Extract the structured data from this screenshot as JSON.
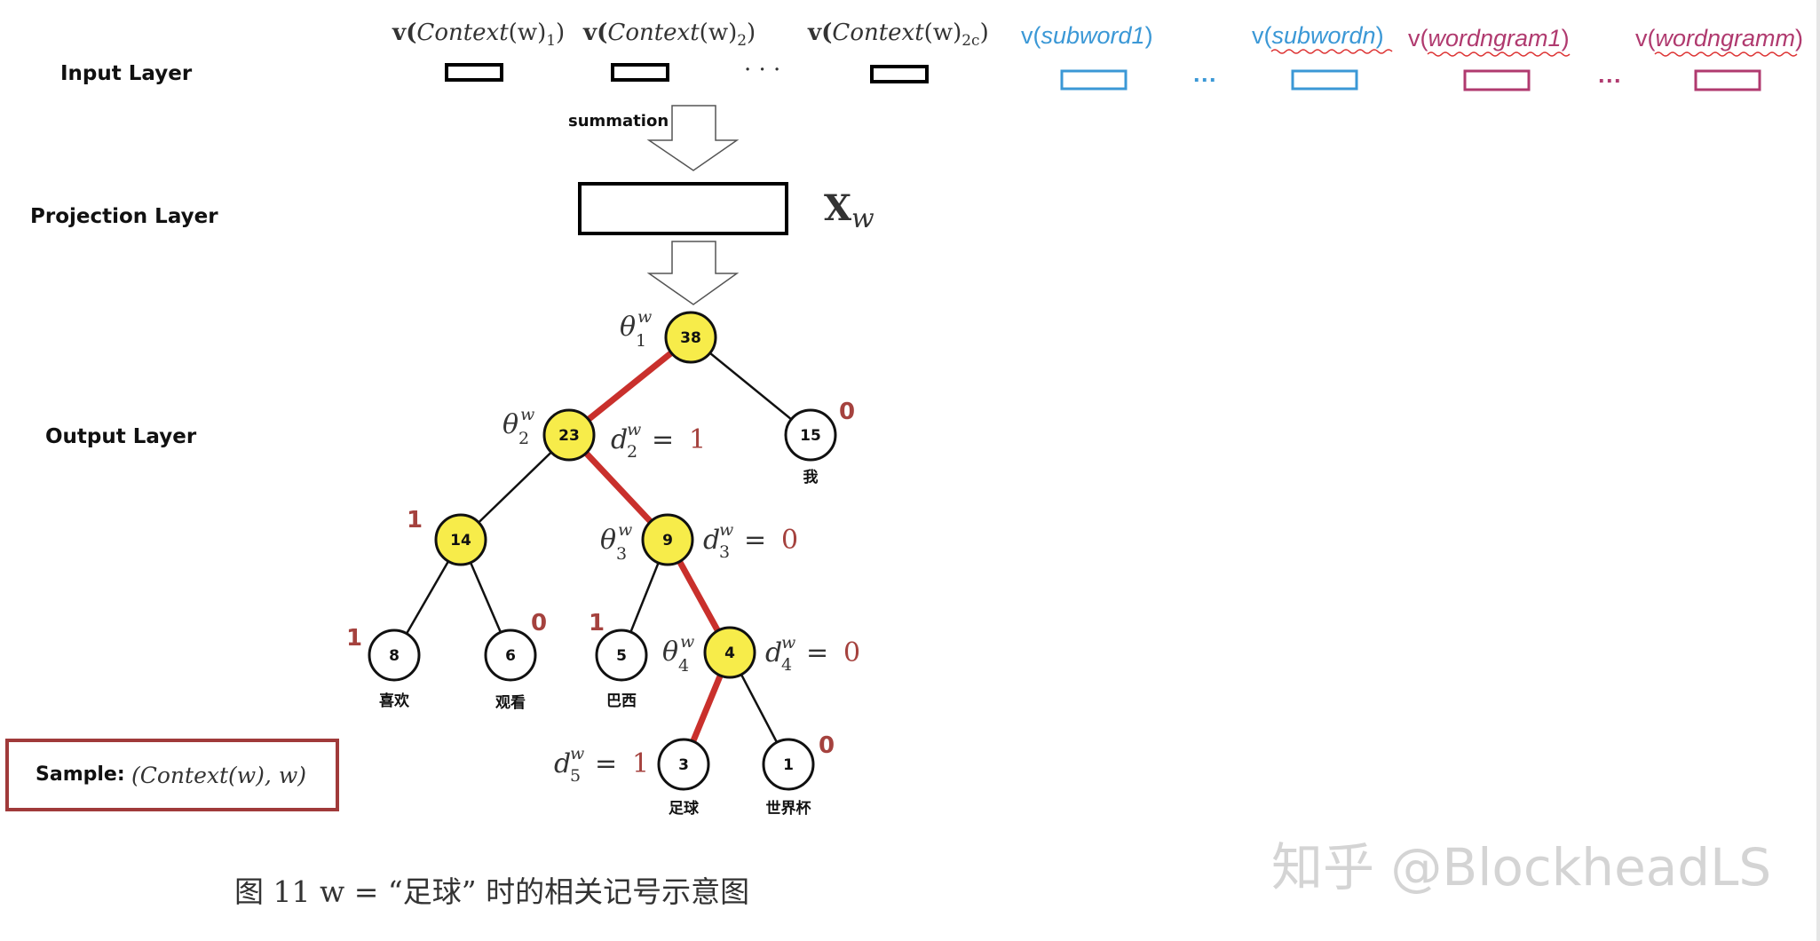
{
  "layers": {
    "input": "Input  Layer",
    "projection": "Projection  Layer",
    "output": "Output Layer"
  },
  "context_inputs": [
    {
      "prefix": "v(",
      "name": "Context",
      "sub": "1"
    },
    {
      "prefix": "v(",
      "name": "Context",
      "sub": "2"
    },
    {
      "prefix": "v(",
      "name": "Context",
      "sub": "2c"
    }
  ],
  "context_arg": "(w)",
  "ellipsis_dots": "· · ·",
  "subword_inputs": [
    "subword1",
    "subwordn"
  ],
  "wordngram_inputs": [
    "wordngram1",
    "wordngramm"
  ],
  "vector_prefix": "v(",
  "vector_suffix": ")",
  "colored_ellipsis": "···",
  "summation": "summation",
  "projection_symbol": "X",
  "projection_sub": "w",
  "nodes": [
    {
      "id": "n38",
      "value": "38",
      "internal": true
    },
    {
      "id": "n23",
      "value": "23",
      "internal": true
    },
    {
      "id": "n15",
      "value": "15",
      "internal": false,
      "word": "我",
      "code": "0"
    },
    {
      "id": "n14",
      "value": "14",
      "internal": true,
      "code": "1"
    },
    {
      "id": "n9",
      "value": "9",
      "internal": true
    },
    {
      "id": "n8",
      "value": "8",
      "internal": false,
      "word": "喜欢",
      "code": "1"
    },
    {
      "id": "n6",
      "value": "6",
      "internal": false,
      "word": "观看",
      "code": "0"
    },
    {
      "id": "n5",
      "value": "5",
      "internal": false,
      "word": "巴西",
      "code": "1"
    },
    {
      "id": "n4",
      "value": "4",
      "internal": true
    },
    {
      "id": "n3",
      "value": "3",
      "internal": false,
      "word": "足球"
    },
    {
      "id": "n1",
      "value": "1",
      "internal": false,
      "word": "世界杯",
      "code": "0"
    }
  ],
  "theta_labels": [
    {
      "node": "n38",
      "sub": "1"
    },
    {
      "node": "n23",
      "sub": "2"
    },
    {
      "node": "n9",
      "sub": "3"
    },
    {
      "node": "n4",
      "sub": "4"
    }
  ],
  "d_labels": [
    {
      "sub": "2",
      "value": "1"
    },
    {
      "sub": "3",
      "value": "0"
    },
    {
      "sub": "4",
      "value": "0"
    },
    {
      "sub": "5",
      "value": "1"
    }
  ],
  "theta": "θ",
  "d": "d",
  "sup": "w",
  "equals": "=",
  "sample": {
    "label": "Sample:",
    "expr": "(Context(w), w)"
  },
  "caption": "图 11  w = “足球” 时的相关记号示意图",
  "watermark": "知乎 @BlockheadLS",
  "colors": {
    "node_fill": "#f7ec4a",
    "path_red": "#c9302c",
    "text_red": "#a5423e",
    "blue": "#3b98d6",
    "pink": "#b03a6f",
    "sample_border": "#a03a3a"
  }
}
